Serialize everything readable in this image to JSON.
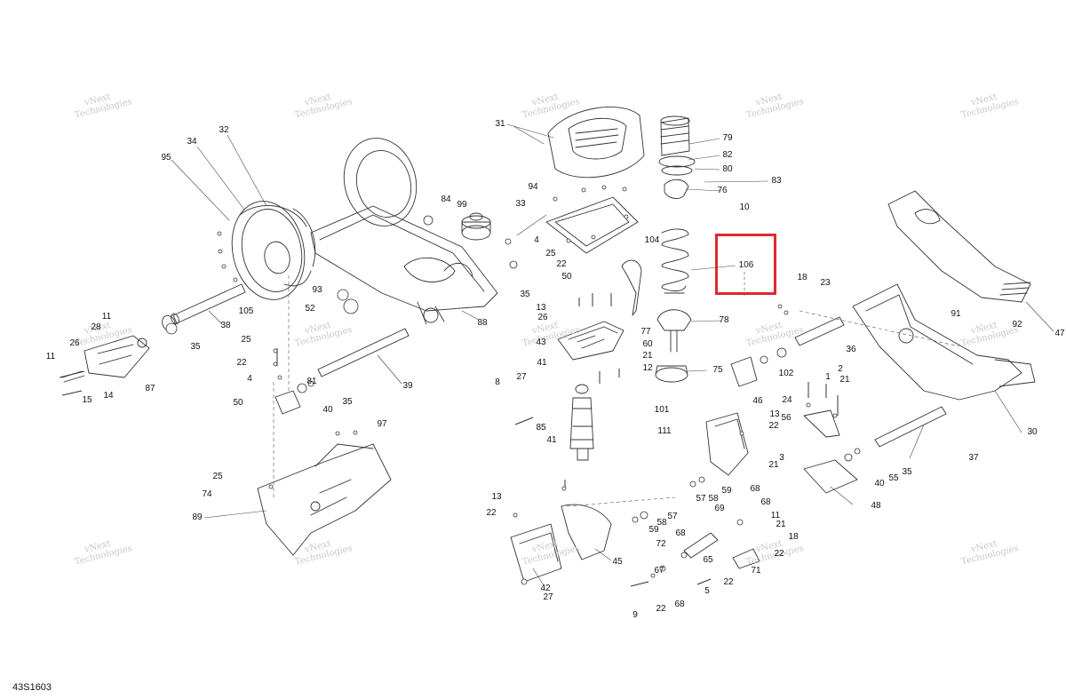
{
  "diagram_id": "43S1603",
  "watermark": {
    "line1": "vNext",
    "line2": "Technologies"
  },
  "highlight": {
    "part": "106",
    "color": "#e0282e"
  },
  "callouts": [
    "1",
    "2",
    "3",
    "4",
    "5",
    "8",
    "9",
    "10",
    "11",
    "12",
    "13",
    "14",
    "15",
    "18",
    "21",
    "22",
    "23",
    "24",
    "25",
    "26",
    "27",
    "28",
    "30",
    "31",
    "32",
    "33",
    "34",
    "35",
    "36",
    "37",
    "38",
    "39",
    "40",
    "41",
    "42",
    "43",
    "45",
    "46",
    "47",
    "48",
    "50",
    "52",
    "55",
    "56",
    "57",
    "58",
    "59",
    "60",
    "65",
    "67",
    "68",
    "69",
    "71",
    "72",
    "74",
    "75",
    "76",
    "77",
    "78",
    "79",
    "80",
    "81",
    "82",
    "83",
    "84",
    "85",
    "87",
    "88",
    "89",
    "91",
    "92",
    "93",
    "94",
    "95",
    "97",
    "99",
    "101",
    "102",
    "104",
    "105",
    "106",
    "111"
  ]
}
